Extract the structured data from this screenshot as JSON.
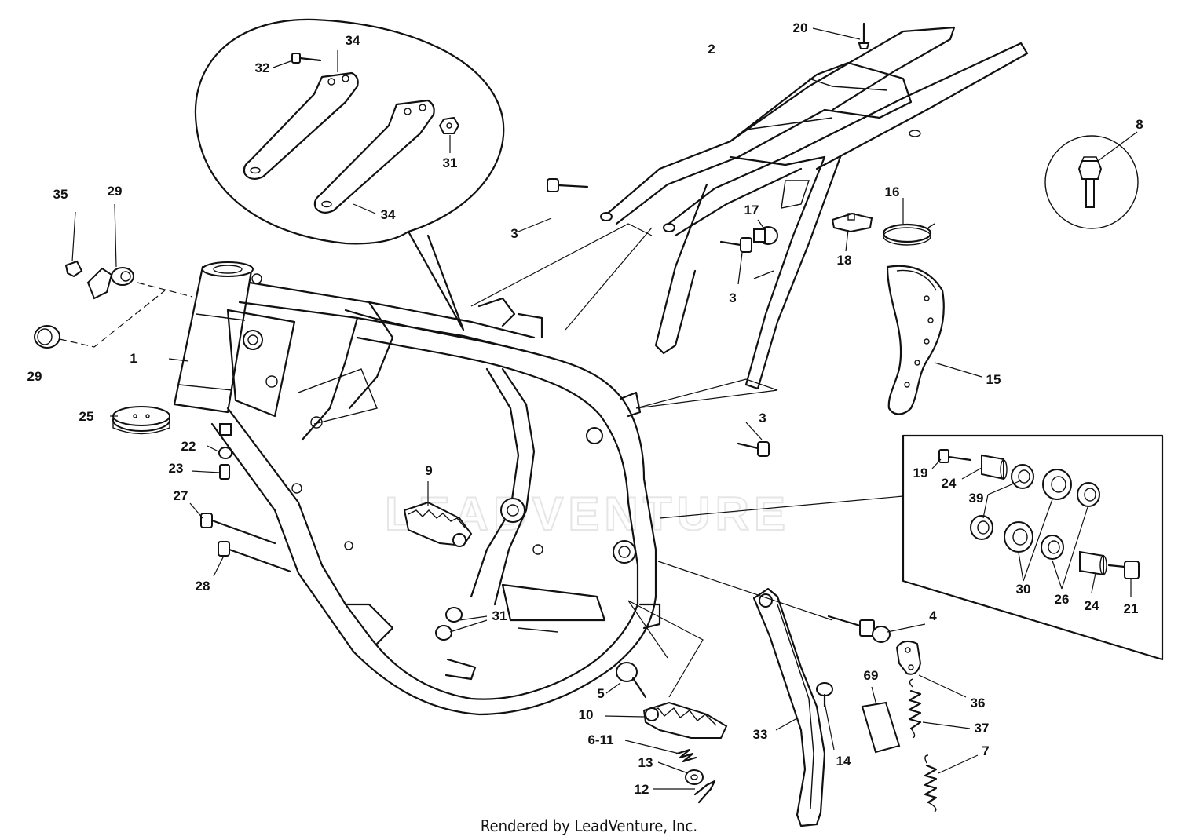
{
  "labels": {
    "l1": "1",
    "l2": "2",
    "l3a": "3",
    "l3b": "3",
    "l3c": "3",
    "l4": "4",
    "l5": "5",
    "l6_11": "6-11",
    "l7": "7",
    "l8": "8",
    "l9": "9",
    "l10": "10",
    "l12": "12",
    "l13": "13",
    "l14": "14",
    "l15": "15",
    "l16": "16",
    "l17": "17",
    "l18": "18",
    "l19": "19",
    "l20": "20",
    "l21": "21",
    "l22": "22",
    "l23": "23",
    "l24a": "24",
    "l24b": "24",
    "l25": "25",
    "l26": "26",
    "l27": "27",
    "l28": "28",
    "l29a": "29",
    "l29b": "29",
    "l30": "30",
    "l31a": "31",
    "l31b": "31",
    "l32": "32",
    "l33": "33",
    "l34a": "34",
    "l34b": "34",
    "l35": "35",
    "l36": "36",
    "l37": "37",
    "l39": "39",
    "l69": "69"
  },
  "watermark": "LEADVENTURE",
  "footer": "Rendered by LeadVenture, Inc."
}
